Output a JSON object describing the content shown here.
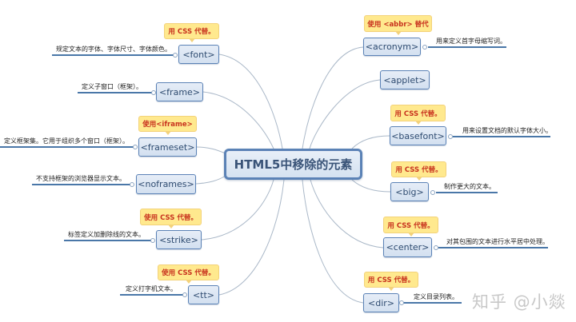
{
  "central": {
    "title": "HTML5中移除的元素"
  },
  "left_nodes": [
    {
      "label": "<font>",
      "callout": "用 CSS 代替。",
      "desc": "规定文本的字体、字体尺寸、字体颜色。"
    },
    {
      "label": "<frame>",
      "callout": null,
      "desc": "定义子窗口（框架）。"
    },
    {
      "label": "<frameset>",
      "callout": "使用<iframe>",
      "desc": "定义框架集。它用于组织多个窗口（框架）。"
    },
    {
      "label": "<noframes>",
      "callout": null,
      "desc": "不支持框架的浏览器显示文本。"
    },
    {
      "label": "<strike>",
      "callout": "使用 CSS 代替。",
      "desc": "标签定义加删除线的文本。"
    },
    {
      "label": "<tt>",
      "callout": "使用 CSS 代替。",
      "desc": "定义打字机文本。"
    }
  ],
  "right_nodes": [
    {
      "label": "<acronym>",
      "callout": "使用 <abbr> 替代",
      "desc": "用来定义首字母缩写词。"
    },
    {
      "label": "<applet>",
      "callout": null,
      "desc": null
    },
    {
      "label": "<basefont>",
      "callout": "用 CSS 代替。",
      "desc": "用来设置文档的默认字体大小。"
    },
    {
      "label": "<big>",
      "callout": "用 CSS 代替。",
      "desc": "制作更大的文本。"
    },
    {
      "label": "<center>",
      "callout": "用 CSS 代替。",
      "desc": "对其包围的文本进行水平居中处理。"
    },
    {
      "label": "<dir>",
      "callout": "用 CSS 代替。",
      "desc": "定义目录列表。"
    }
  ],
  "watermark": "知乎 @小燚",
  "colors": {
    "node_border": "#5b82b6",
    "node_fill": "#dbe5f2",
    "callout_fill": "#ffe98e",
    "callout_text": "#c8321e",
    "desc_line": "#4a77a8",
    "connector": "#aab8c8"
  }
}
